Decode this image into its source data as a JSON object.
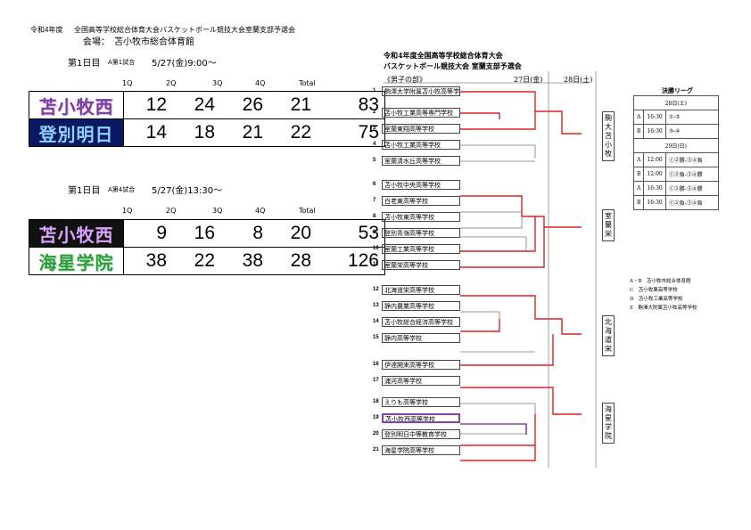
{
  "header": {
    "year": "令和4年度",
    "title": "全国高等学校総合体育大会バスケットボール競技大会室蘭支部予選会",
    "venue": "会場：　苫小牧市総合体育館"
  },
  "game1": {
    "label": "第1日目",
    "slot": "A第1試合",
    "datetime": "5/27(金)9:00～",
    "cols": [
      "1Q",
      "2Q",
      "3Q",
      "4Q",
      "Total"
    ],
    "teams": [
      {
        "name": "苫小牧西",
        "scores": [
          "12",
          "24",
          "26",
          "21"
        ],
        "total": "83"
      },
      {
        "name": "登別明日",
        "scores": [
          "14",
          "18",
          "21",
          "22"
        ],
        "total": "75"
      }
    ]
  },
  "game2": {
    "label": "第1日目",
    "slot": "A第4試合",
    "datetime": "5/27(金)13:30～",
    "cols": [
      "1Q",
      "2Q",
      "3Q",
      "4Q",
      "Total"
    ],
    "teams": [
      {
        "name": "苫小牧西",
        "scores": [
          "9",
          "16",
          "8",
          "20"
        ],
        "total": "53"
      },
      {
        "name": "海星学院",
        "scores": [
          "38",
          "22",
          "38",
          "28"
        ],
        "total": "126"
      }
    ]
  },
  "bracket": {
    "title1": "令和4年度全国高等学校総合体育大会",
    "title2": "バスケットボール競技大会 室蘭支部予選会",
    "section": "《男子の部》",
    "day1": "27日(金)",
    "day2": "28日(土)",
    "entries": [
      "駒澤大学附属苫小牧高等学校",
      "苫小牧工業高等専門学校",
      "室蘭東翔高等学校",
      "苫小牧工業高等学校",
      "室蘭清水丘高等学校",
      "苫小牧中央高等学校",
      "白老東高等学校",
      "苫小牧東高等学校",
      "登別青嶺高等学校",
      "室蘭工業高等学校",
      "室蘭栄高等学校",
      "北海道栄高等学校",
      "静内農業高等学校",
      "苫小牧総合経済高等学校",
      "静内高等学校",
      "伊達開来高等学校",
      "浦河高等学校",
      "えりも高等学校",
      "苫小牧西高等学校",
      "登別明日中等教育学校",
      "海星学院高等学校"
    ],
    "winners": [
      "駒大苫小牧",
      "室蘭栄",
      "北海道栄",
      "海星学院"
    ]
  },
  "league": {
    "title": "決勝リーグ",
    "day1": "28日(土)",
    "day1_rows": [
      [
        "A",
        "16:30",
        "①-②"
      ],
      [
        "B",
        "16:30",
        "③-④"
      ]
    ],
    "day2": "29日(日)",
    "day2_rows": [
      [
        "A",
        "12:00",
        "①②勝-③④負"
      ],
      [
        "B",
        "12:00",
        "①②負-③④勝"
      ],
      [
        "A",
        "16:30",
        "①②勝-③④勝"
      ],
      [
        "B",
        "16:30",
        "①②負-③④負"
      ]
    ]
  },
  "legend": [
    "A・B　苫小牧市総合体育館",
    "C　苫小牧東高等学校",
    "D　苫小牧工業高等学校",
    "E　駒澤大附属苫小牧高等学校"
  ]
}
